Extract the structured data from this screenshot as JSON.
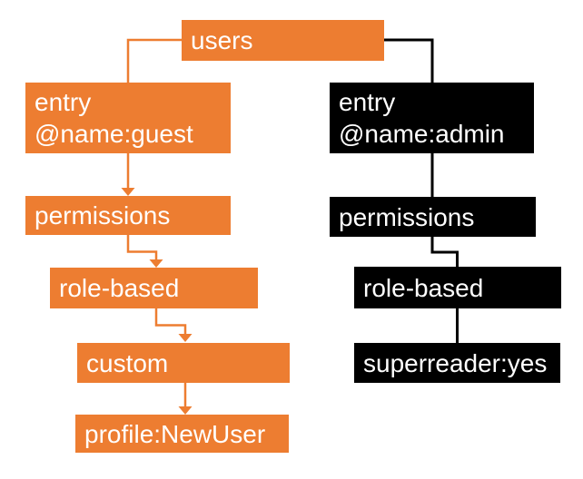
{
  "diagram": {
    "description": "XML tree of users permissions",
    "colors": {
      "branch_guest": "#ED7D31",
      "branch_admin": "#000000",
      "node_text": "#FFFFFF",
      "background": "#FFFFFF"
    },
    "nodes": [
      {
        "id": "users",
        "label": "users",
        "variant": "orange"
      },
      {
        "id": "entry-guest",
        "label": "entry\n@name:guest",
        "variant": "orange"
      },
      {
        "id": "entry-admin",
        "label": "entry\n@name:admin",
        "variant": "black"
      },
      {
        "id": "permissions-guest",
        "label": "permissions",
        "variant": "orange"
      },
      {
        "id": "permissions-admin",
        "label": "permissions",
        "variant": "black"
      },
      {
        "id": "role-based-guest",
        "label": "role-based",
        "variant": "orange"
      },
      {
        "id": "role-based-admin",
        "label": "role-based",
        "variant": "black"
      },
      {
        "id": "custom",
        "label": "custom",
        "variant": "orange"
      },
      {
        "id": "superreader",
        "label": "superreader:yes",
        "variant": "black"
      },
      {
        "id": "profile",
        "label": "profile:NewUser",
        "variant": "orange"
      }
    ],
    "edges": [
      {
        "from": "users",
        "to": "entry-guest",
        "style": "elbow-line",
        "color": "#ED7D31"
      },
      {
        "from": "users",
        "to": "entry-admin",
        "style": "elbow-line",
        "color": "#000000"
      },
      {
        "from": "entry-guest",
        "to": "permissions-guest",
        "style": "arrow",
        "color": "#ED7D31"
      },
      {
        "from": "permissions-guest",
        "to": "role-based-guest",
        "style": "elbow-arrow",
        "color": "#ED7D31"
      },
      {
        "from": "role-based-guest",
        "to": "custom",
        "style": "elbow-arrow",
        "color": "#ED7D31"
      },
      {
        "from": "custom",
        "to": "profile",
        "style": "arrow",
        "color": "#ED7D31"
      },
      {
        "from": "entry-admin",
        "to": "permissions-admin",
        "style": "line",
        "color": "#000000"
      },
      {
        "from": "permissions-admin",
        "to": "role-based-admin",
        "style": "elbow-line",
        "color": "#000000"
      },
      {
        "from": "role-based-admin",
        "to": "superreader",
        "style": "line",
        "color": "#000000"
      }
    ]
  }
}
